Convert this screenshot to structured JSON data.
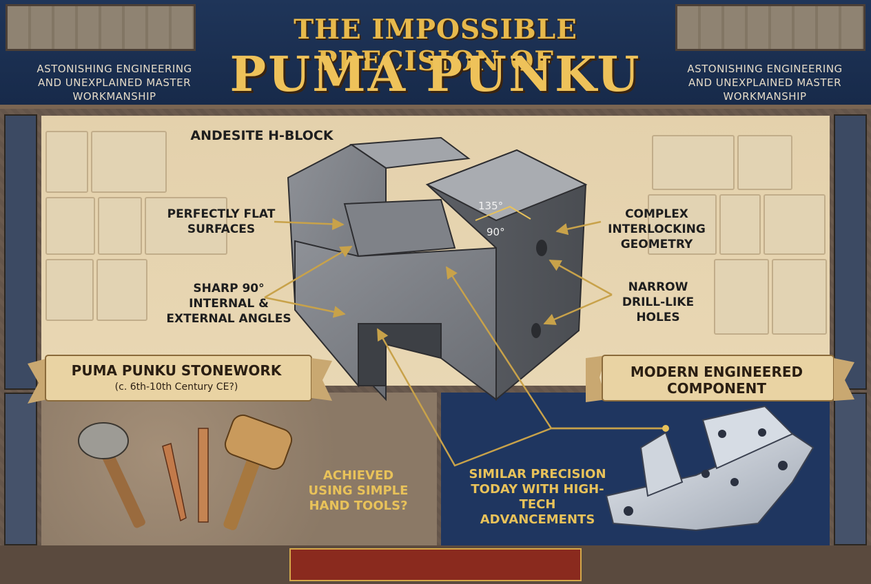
{
  "header": {
    "title_top": "THE IMPOSSIBLE PRECISION OF",
    "title_main": "PUMA PUNKU",
    "tagline_left": "ASTONISHING ENGINEERING AND UNEXPLAINED MASTER WORKMANSHIP",
    "tagline_right": "ASTONISHING ENGINEERING AND UNEXPLAINED MASTER WORKMANSHIP"
  },
  "block": {
    "label": "ANDESITE H-BLOCK",
    "angle_1": "135°",
    "angle_2": "90°"
  },
  "annotations": {
    "flat_surfaces": "PERFECTLY FLAT SURFACES",
    "sharp_angles": "SHARP 90° INTERNAL & EXTERNAL ANGLES",
    "interlocking": "COMPLEX INTERLOCKING GEOMETRY",
    "holes": "NARROW DRILL-LIKE HOLES"
  },
  "left_section": {
    "banner_title": "PUMA PUNKU STONEWORK",
    "banner_subtitle": "(c. 6th-10th Century CE?)",
    "caption": "ACHIEVED USING SIMPLE HAND TOOLS?"
  },
  "right_section": {
    "banner_title": "MODERN ENGINEERED COMPONENT",
    "caption": "SIMILAR PRECISION TODAY WITH HIGH-TECH ADVANCEMENTS"
  },
  "colors": {
    "navy": "#1f3559",
    "gold": "#e8c25a",
    "parchment": "#ecdcb9",
    "stone": "#7d8086"
  }
}
